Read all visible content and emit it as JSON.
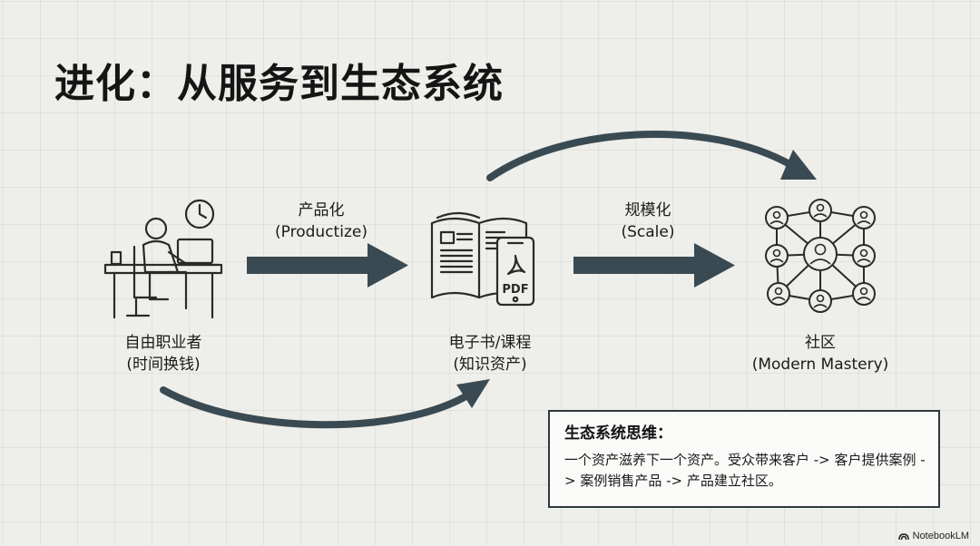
{
  "title": "进化：从服务到生态系统",
  "nodes": [
    {
      "line1": "自由职业者",
      "line2": "(时间换钱)",
      "icon": "freelancer-at-desk-icon"
    },
    {
      "line1": "电子书/课程",
      "line2": "(知识资产)",
      "icon": "ebook-pdf-icon"
    },
    {
      "line1": "社区",
      "line2": "(Modern Mastery)",
      "icon": "community-network-icon"
    }
  ],
  "steps": [
    {
      "line1": "产品化",
      "line2": "(Productize)"
    },
    {
      "line1": "规模化",
      "line2": "(Scale)"
    }
  ],
  "ecosystem": {
    "heading": "生态系统思维：",
    "body": "一个资产滋养下一个资产。受众带来客户 -> 客户提供案例 -> 案例销售产品 -> 产品建立社区。"
  },
  "pdf_label": "PDF",
  "branding": "NotebookLM",
  "colors": {
    "arrow": "#3a4a52",
    "stroke": "#2a2a2a",
    "grid": "#dcdcd6"
  }
}
